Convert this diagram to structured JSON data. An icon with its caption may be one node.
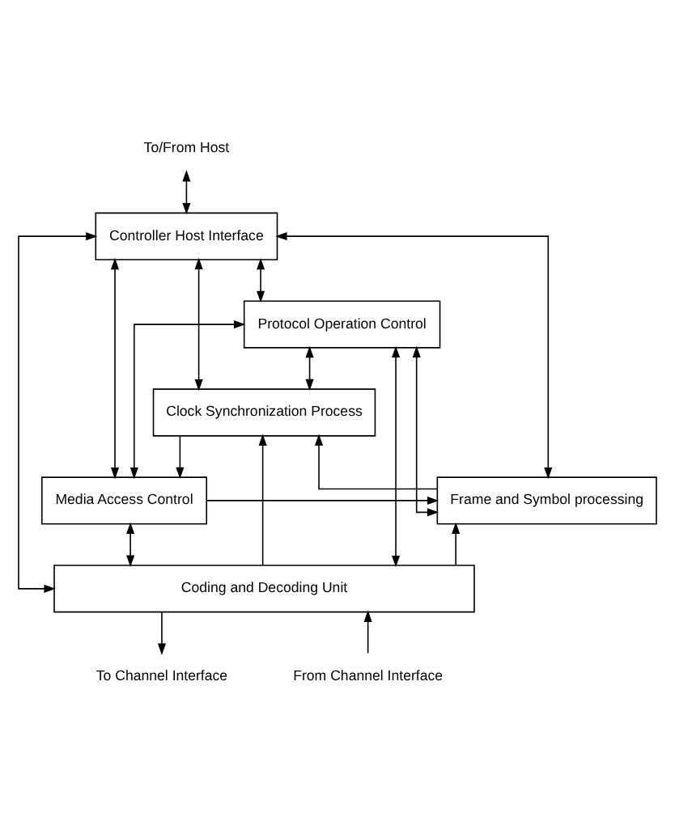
{
  "diagram": {
    "nodes": [
      {
        "text": [
          "To/From Host"
        ]
      },
      {
        "text": [
          "Controller Host Interface"
        ]
      },
      {
        "text": [
          "Protocol Operation Control"
        ]
      },
      {
        "text": [
          "Clock Synchronization Process"
        ]
      },
      {
        "text": [
          "Media Access Control"
        ]
      },
      {
        "text": [
          "Frame and Symbol processing"
        ]
      },
      {
        "text": [
          "Coding and Decoding Unit"
        ]
      },
      {
        "text": [
          "To Channel Interface"
        ]
      },
      {
        "text": [
          "From Channel Interface"
        ]
      }
    ],
    "edges": [
      {
        "from": 0,
        "to": 1,
        "arrow": "both"
      },
      {
        "from": 1,
        "to": 2,
        "arrow": "both"
      },
      {
        "from": 2,
        "to": 3,
        "arrow": "both"
      },
      {
        "from": 1,
        "to": 4,
        "arrow": "both"
      },
      {
        "from": 1,
        "to": 3,
        "arrow": "both"
      },
      {
        "from": 2,
        "to": 6,
        "arrow": "both"
      },
      {
        "from": 2,
        "to": 4,
        "arrow": "both"
      },
      {
        "from": 3,
        "to": 4,
        "arrow": "to"
      },
      {
        "from": 1,
        "to": 6,
        "arrow": "both"
      },
      {
        "from": 1,
        "to": 5,
        "arrow": "both"
      },
      {
        "from": 2,
        "to": 5,
        "arrow": "both"
      },
      {
        "from": 5,
        "to": 3,
        "arrow": "to"
      },
      {
        "from": 6,
        "to": 3,
        "arrow": "to"
      },
      {
        "from": 4,
        "to": 5,
        "arrow": "to"
      },
      {
        "from": 4,
        "to": 6,
        "arrow": "both"
      },
      {
        "from": 6,
        "to": 5,
        "arrow": "to"
      },
      {
        "from": 6,
        "to": 7,
        "arrow": "to"
      },
      {
        "from": 8,
        "to": 6,
        "arrow": "to"
      }
    ]
  }
}
